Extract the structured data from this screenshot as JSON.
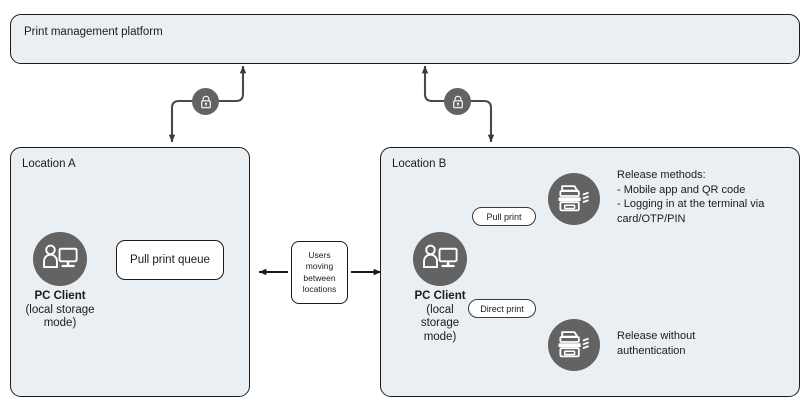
{
  "diagram": {
    "platform": {
      "label": "Print management platform"
    },
    "locations": [
      {
        "id": "A",
        "label": "Location A"
      },
      {
        "id": "B",
        "label": "Location B"
      }
    ],
    "nodes": {
      "pull_print_queue": "Pull print queue",
      "users_moving": [
        "Users",
        "moving",
        "between",
        "locations"
      ],
      "client_a": {
        "title": "PC Client",
        "subtitle": "(local storage\nmode)"
      },
      "client_b": {
        "title": "PC Client",
        "subtitle": "(local\nstorage\nmode)"
      }
    },
    "edge_labels": {
      "pull_print": "Pull print",
      "direct_print": "Direct print"
    },
    "notes": {
      "release_methods": "Release methods:\n- Mobile app and QR code\n- Logging in at the terminal via\n   card/OTP/PIN",
      "release_without_auth": "Release without\nauthentication"
    },
    "icons": {
      "lock": "lock-icon",
      "pc_client": "pc-client-icon",
      "printer": "multifunction-printer-icon"
    },
    "colors": {
      "box_fill": "#eaeff3",
      "box_stroke": "#1b1b1b",
      "icon_circle": "#636363",
      "connector": "#4a4a4a",
      "page_bg": "#ffffff"
    }
  }
}
